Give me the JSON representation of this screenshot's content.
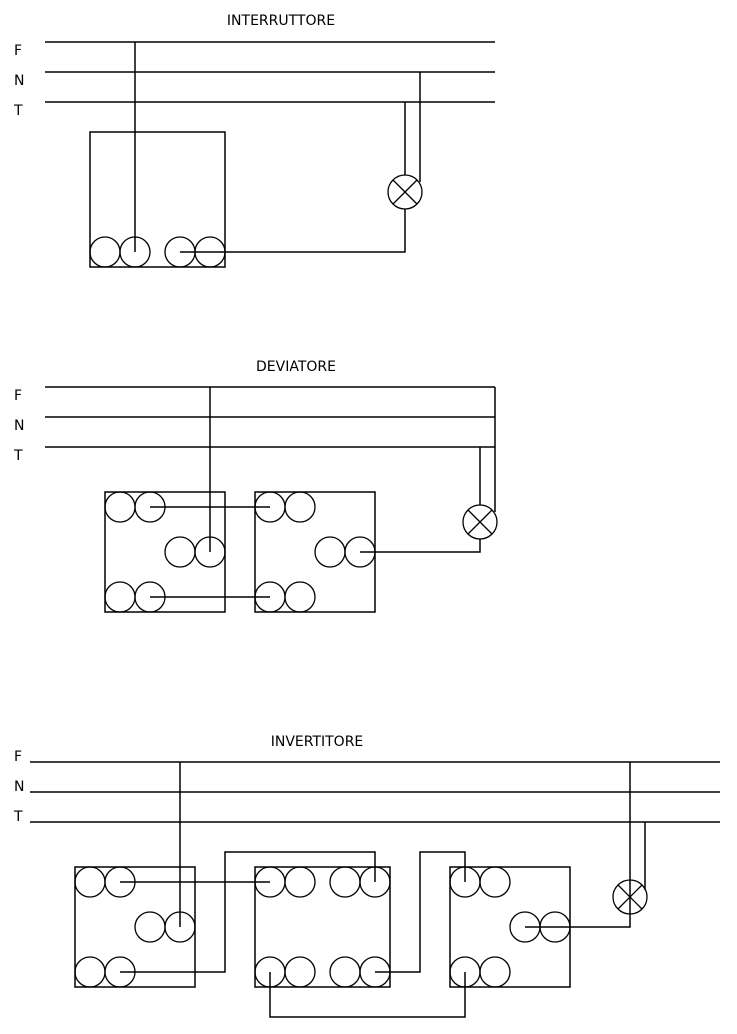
{
  "sections": [
    {
      "title": "INTERRUTTORE",
      "lines": [
        "F",
        "N",
        "T"
      ]
    },
    {
      "title": "DEVIATORE",
      "lines": [
        "F",
        "N",
        "T"
      ]
    },
    {
      "title": "INVERTITORE",
      "lines": [
        "F",
        "N",
        "T"
      ]
    }
  ],
  "colors": {
    "stroke": "#000000",
    "background": "#ffffff"
  }
}
